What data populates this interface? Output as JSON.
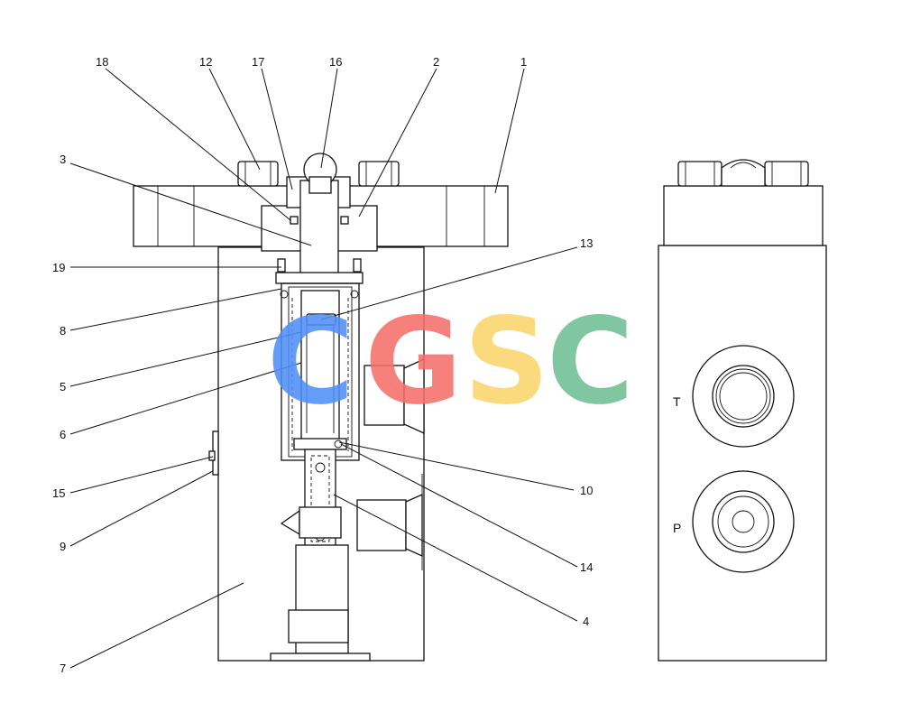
{
  "callouts": [
    "18",
    "12",
    "17",
    "16",
    "2",
    "1",
    "3",
    "13",
    "19",
    "8",
    "5",
    "6",
    "15",
    "9",
    "7",
    "10",
    "14",
    "4"
  ],
  "ports": {
    "t": "T",
    "p": "P"
  },
  "watermark": {
    "letters": [
      "C",
      "G",
      "S",
      "C"
    ],
    "colors": [
      "#4f8ff7",
      "#f56f6a",
      "#fbd66d",
      "#6fbf95"
    ]
  }
}
